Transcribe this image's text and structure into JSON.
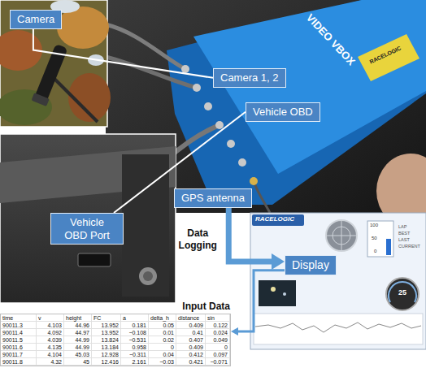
{
  "diagram": {
    "nodes": [
      {
        "text": [
          "Camera"
        ]
      },
      {
        "text": [
          "Camera 1, 2"
        ]
      },
      {
        "text": [
          "Vehicle OBD"
        ]
      },
      {
        "text": [
          "Vehicle OBD Port"
        ]
      },
      {
        "text": [
          "GPS antenna"
        ]
      },
      {
        "text": [
          "Display"
        ]
      },
      {
        "text": [
          "Input Data"
        ]
      }
    ],
    "edges": [
      {
        "from": 0,
        "to": 1,
        "arrow": "none"
      },
      {
        "from": 3,
        "to": 2,
        "arrow": "none"
      },
      {
        "from": 4,
        "to": 5,
        "label": "Data Logging",
        "arrow": "to"
      },
      {
        "from": 5,
        "to": 6,
        "arrow": "to"
      }
    ],
    "labels": [
      "VIDEO VBOX",
      "RACELOGIC",
      "RACELOGIC",
      "100",
      "50",
      "0",
      "LAP",
      "BEST",
      "LAST",
      "CURRENT",
      "25",
      "time",
      "v",
      "height",
      "FC",
      "a",
      "delta_h",
      "distance",
      "sin",
      "90011.3",
      "4.103",
      "44.96",
      "13.952",
      "0.181",
      "0.05",
      "0.409",
      "0.122",
      "90011.4",
      "4.092",
      "44.97",
      "13.952",
      "−0.108",
      "0.01",
      "0.41",
      "0.024",
      "90011.5",
      "4.039",
      "44.99",
      "13.824",
      "−0.531",
      "0.02",
      "0.407",
      "0.049",
      "90011.6",
      "4.135",
      "44.99",
      "13.184",
      "0.958",
      "0",
      "0.409",
      "0",
      "90011.7",
      "4.104",
      "45.03",
      "12.928",
      "−0.311",
      "0.04",
      "0.412",
      "0.097",
      "90011.8",
      "4.32",
      "45",
      "12.416",
      "2.161",
      "−0.03",
      "0.421",
      "−0.071"
    ]
  }
}
